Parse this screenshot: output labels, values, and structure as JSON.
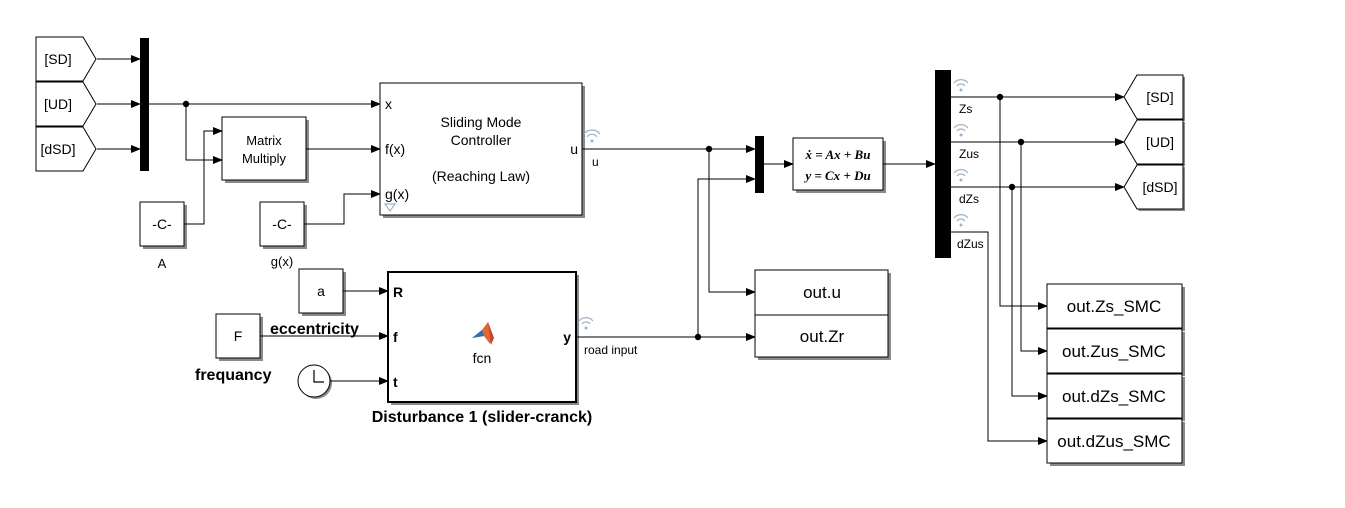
{
  "goto_tags_left": [
    "[SD]",
    "[UD]",
    "[dSD]"
  ],
  "goto_tags_right": [
    "[SD]",
    "[UD]",
    "[dSD]"
  ],
  "matrix_multiply": {
    "line1": "Matrix",
    "line2": "Multiply"
  },
  "constant_A": {
    "value": "-C-",
    "label": "A"
  },
  "constant_g": {
    "value": "-C-",
    "label": "g(x)"
  },
  "controller": {
    "line1": "Sliding Mode",
    "line2": "Controller",
    "line3": "(Reaching Law)",
    "port_x": "x",
    "port_fx": "f(x)",
    "port_gx": "g(x)",
    "port_u": "u"
  },
  "signal_u": "u",
  "state_space": {
    "eq1": "ẋ = Ax + Bu",
    "eq2": "y = Cx + Du"
  },
  "demux_signals": [
    "Zs",
    "Zus",
    "dZs",
    "dZus"
  ],
  "disturbance": {
    "title": "Disturbance 1 (slider-cranck)",
    "fcn": "fcn",
    "port_R": "R",
    "port_f": "f",
    "port_t": "t",
    "port_y": "y"
  },
  "const_a": {
    "value": "a",
    "label": "eccentricity"
  },
  "const_F": {
    "value": "F",
    "label": "frequancy"
  },
  "road_signal": "road input",
  "outputs_mid": [
    "out.u",
    "out.Zr"
  ],
  "outputs_right": [
    "out.Zs_SMC",
    "out.Zus_SMC",
    "out.dZs_SMC",
    "out.dZus_SMC"
  ],
  "colors": {
    "block_stroke": "#000000",
    "shadow": "#8a8a8a",
    "signal_icon": "#9fb4c8",
    "matlab_orange": "#e16737"
  }
}
